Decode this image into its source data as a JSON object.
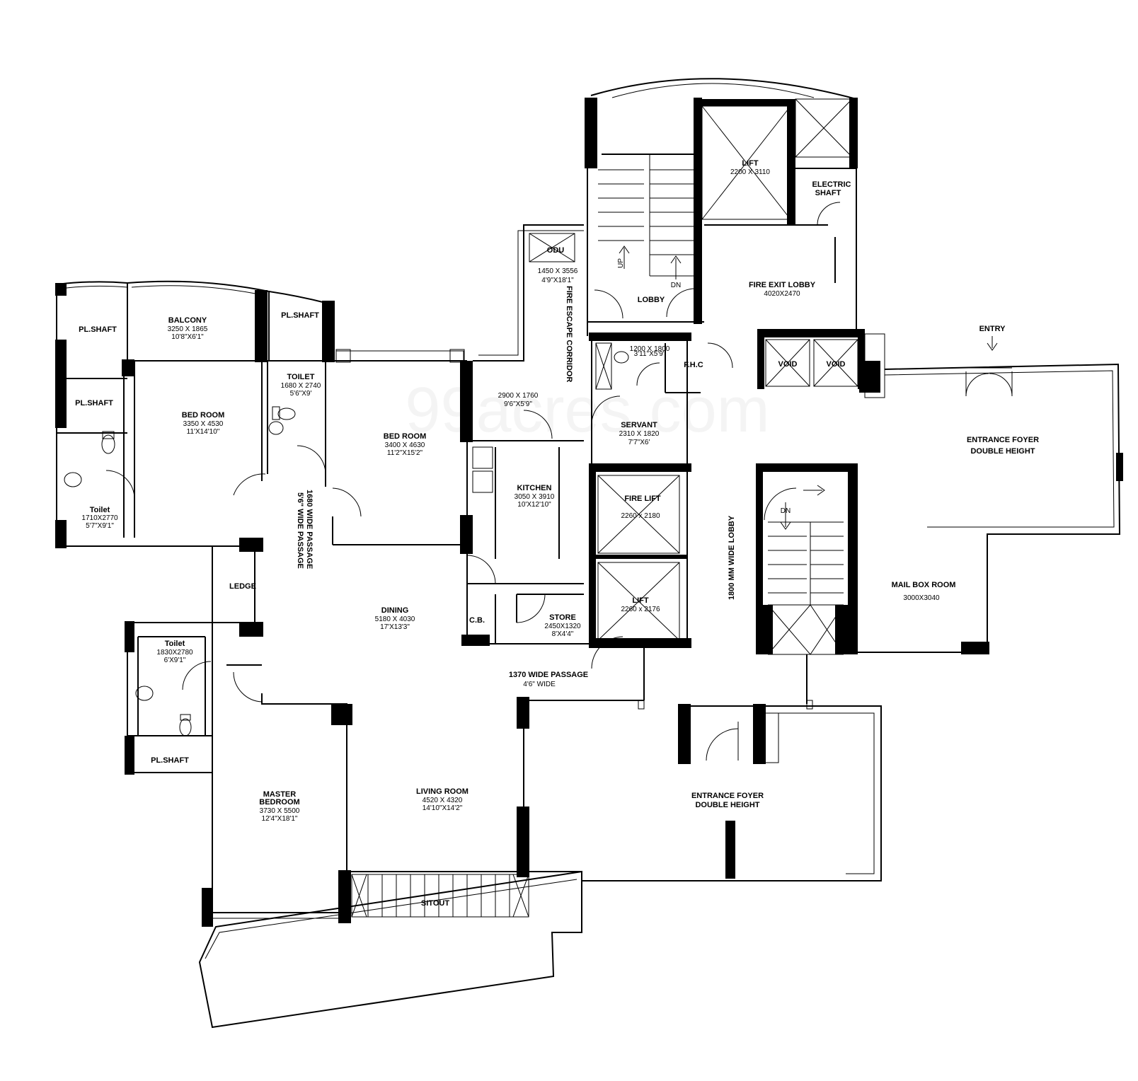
{
  "rooms": {
    "pl_shaft_1": "PL.SHAFT",
    "balcony": "BALCONY",
    "balcony_dim": "3250 X 1865",
    "balcony_ft": "10'8\"X6'1\"",
    "pl_shaft_2": "PL.SHAFT",
    "pl_shaft_3": "PL.SHAFT",
    "bed1": "BED ROOM",
    "bed1_dim": "3350 X 4530",
    "bed1_ft": "11'X14'10\"",
    "toilet_left": "Toilet",
    "toilet_left_dim": "1710X2770",
    "toilet_left_ft": "5'7\"X9'1\"",
    "toilet_mid": "TOILET",
    "toilet_mid_dim": "1680 X 2740",
    "toilet_mid_ft": "5'6\"X9'",
    "bed2": "BED ROOM",
    "bed2_dim": "3400 X 4630",
    "bed2_ft": "11'2\"X15'2\"",
    "passage": "1680 WIDE PASSAGE",
    "passage_ft": "5'6\" WIDE PASSAGE",
    "ledge": "LEDGE",
    "toilet_master": "Toilet",
    "toilet_master_dim": "1830X2780",
    "toilet_master_ft": "6'X9'1\"",
    "pl_shaft_4": "PL.SHAFT",
    "dining": "DINING",
    "dining_dim": "5180 X 4030",
    "dining_ft": "17'X13'3\"",
    "master": "MASTER",
    "master2": "BEDROOM",
    "master_dim": "3730 X 5500",
    "master_ft": "12'4\"X18'1\"",
    "living": "LIVING ROOM",
    "living_dim": "4520 X 4320",
    "living_ft": "14'10\"X14'2\"",
    "sitout": "SITOUT",
    "odu": "ODU",
    "odu_dim": "1450 X 3556",
    "odu_ft": "4'9\"X18'1\"",
    "corridor": "FIRE ESCAPE CORRIDOR",
    "corr_dim": "2900 X 1760",
    "corr_ft": "9'6\"X5'9\"",
    "kitchen": "KITCHEN",
    "kitchen_dim": "3050 X 3910",
    "kitchen_ft": "10'X12'10\"",
    "cb": "C.B.",
    "store": "STORE",
    "store_dim": "2450X1320",
    "store_ft": "8'X4'4\"",
    "passage2": "1370 WIDE PASSAGE",
    "passage2_ft": "4'6\" WIDE",
    "lobby": "LOBBY",
    "up": "UP",
    "dn": "DN",
    "dn2": "DN",
    "lift_top": "LIFT",
    "lift_top_dim": "2200 X 3110",
    "electric": "ELECTRIC",
    "electric2": "SHAFT",
    "fire_exit": "FIRE EXIT LOBBY",
    "fire_exit_dim": "4020X2470",
    "servant_toilet_dim": "1200 X 1800",
    "servant_toilet_ft": "3'11\"X5'9\"",
    "fhc": "F.H.C",
    "void1": "VOID",
    "void2": "VOID",
    "servant": "SERVANT",
    "servant_dim": "2310 X 1820",
    "servant_ft": "7'7\"X6'",
    "fire_lift": "FIRE LIFT",
    "fire_lift_dim": "2260 x 2180",
    "lift_mid": "LIFT",
    "lift_mid_dim": "2260 x 2176",
    "wide_lobby": "1800 MM WIDE LOBBY",
    "entry": "ENTRY",
    "foyer_r": "ENTRANCE FOYER",
    "foyer_r2": "DOUBLE HEIGHT",
    "mailbox": "MAIL BOX ROOM",
    "mailbox_dim": "3000X3040",
    "foyer_b": "ENTRANCE FOYER",
    "foyer_b2": "DOUBLE HEIGHT"
  },
  "watermark": "99acres.com"
}
